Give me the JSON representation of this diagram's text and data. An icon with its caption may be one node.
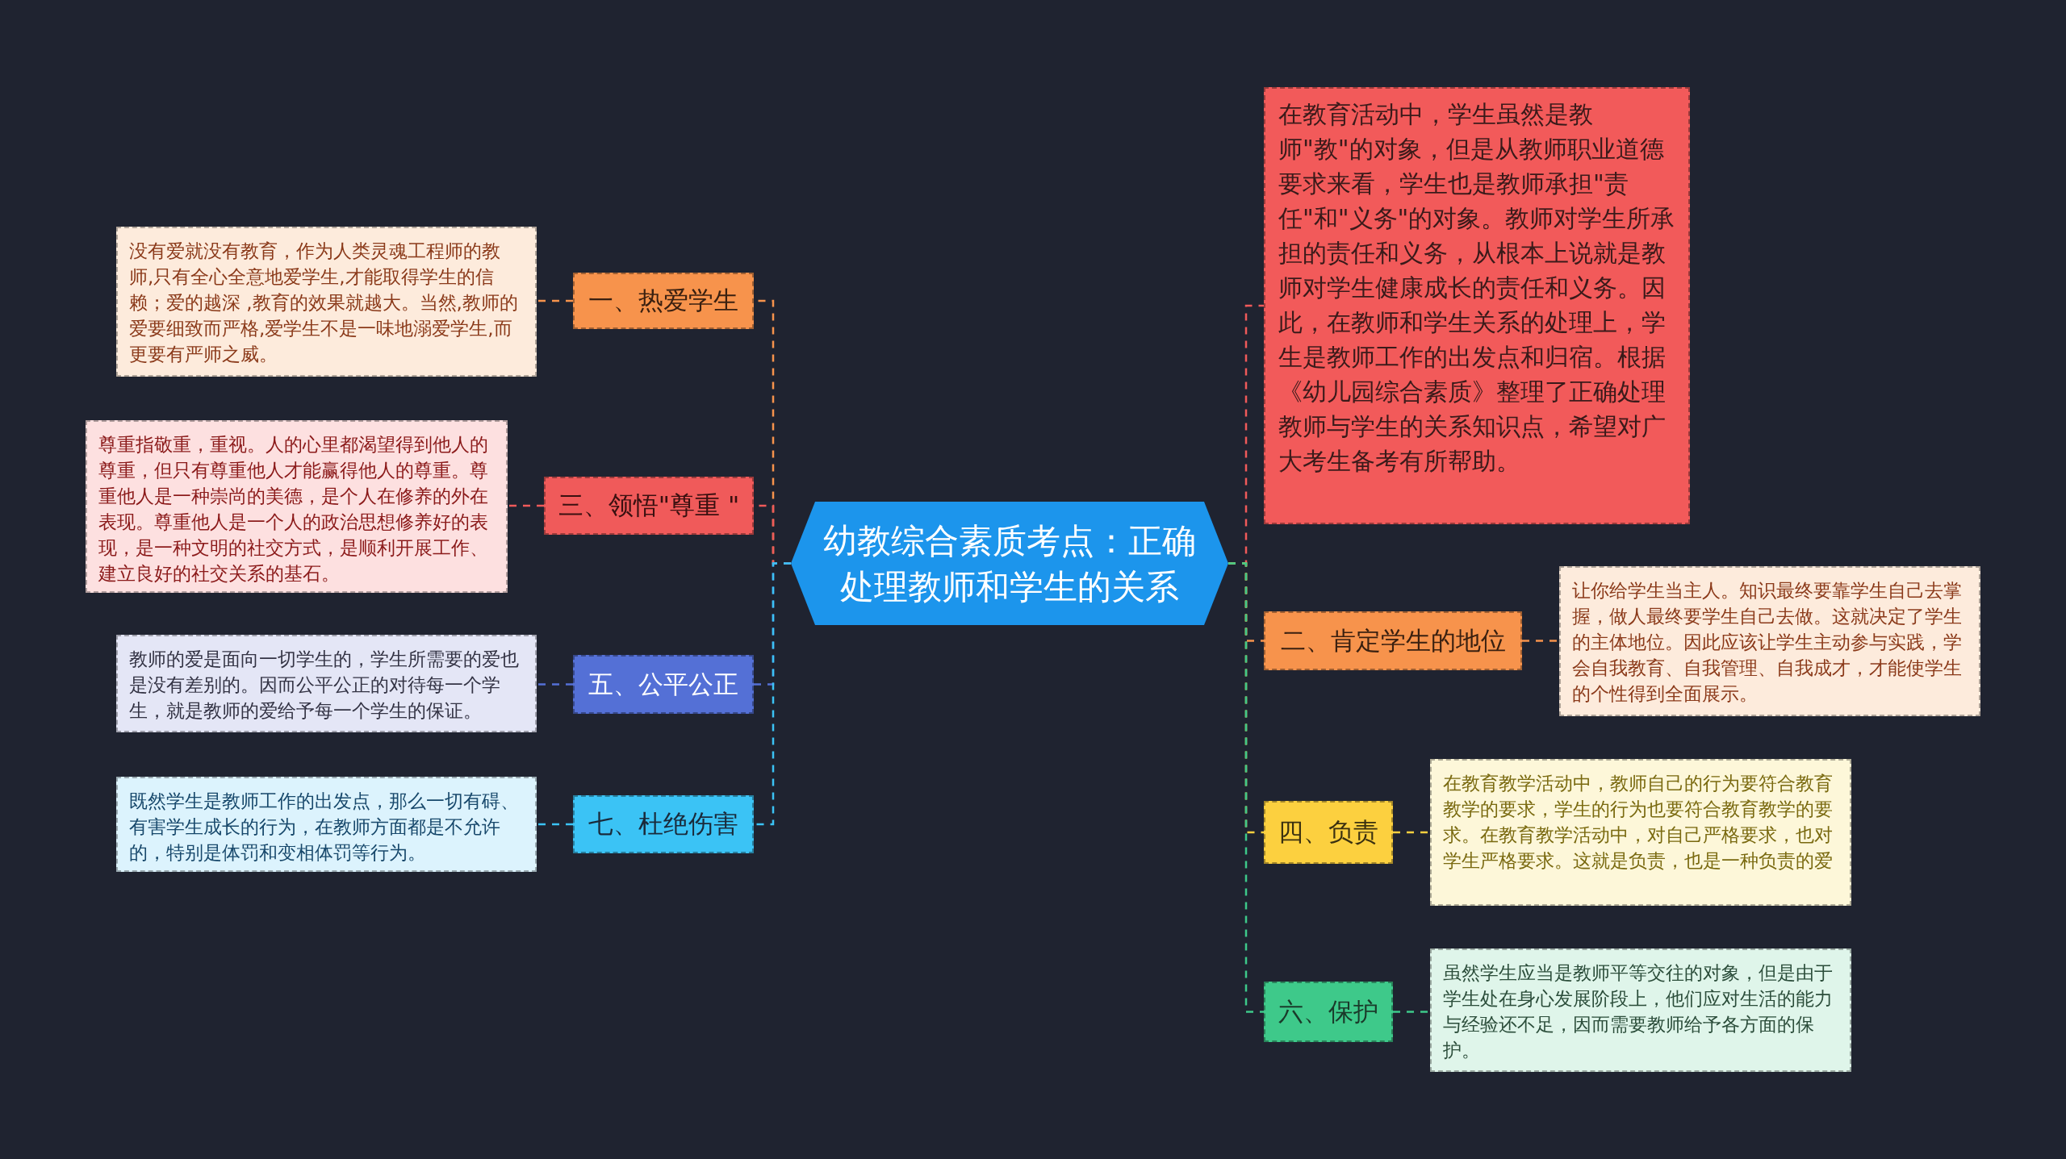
{
  "diagram": {
    "nodes": [
      {
        "text": [
          "幼教综合素质考点：正确处理教师和学生的关系"
        ]
      },
      {
        "text": [
          "在教育活动中，学生虽然是教师\"教\"的对象，但是从教师职业道德要求来看，学生也是教师承担\"责任\"和\"义务\"的对象。教师对学生所承担的责任和义务，从根本上说就是教师对学生健康成长的责任和义务。因此，在教师和学生关系的处理上，学生是教师工作的出发点和归宿。根据《幼儿园综合素质》整理了正确处理教师与学生的关系知识点，希望对广大考生备考有所帮助。"
        ]
      },
      {
        "text": [
          "一、热爱学生"
        ]
      },
      {
        "text": [
          "没有爱就没有教育，作为人类灵魂工程师的教师,只有全心全意地爱学生,才能取得学生的信赖；爱的越深 ,教育的效果就越大。当然,教师的爱要细致而严格,爱学生不是一味地溺爱学生,而更要有严师之威。"
        ]
      },
      {
        "text": [
          "三、领悟\"尊重 \""
        ]
      },
      {
        "text": [
          "尊重指敬重，重视。人的心里都渴望得到他人的尊重，但只有尊重他人才能赢得他人的尊重。尊重他人是一种崇尚的美德，是个人在修养的外在表现。尊重他人是一个人的政治思想修养好的表现，是一种文明的社交方式，是顺利开展工作、建立良好的社交关系的基石。"
        ]
      },
      {
        "text": [
          "五、公平公正"
        ]
      },
      {
        "text": [
          "教师的爱是面向一切学生的，学生所需要的爱也是没有差别的。因而公平公正的对待每一个学生，就是教师的爱给予每一个学生的保证。"
        ]
      },
      {
        "text": [
          "七、杜绝伤害"
        ]
      },
      {
        "text": [
          "既然学生是教师工作的出发点，那么一切有碍、有害学生成长的行为，在教师方面都是不允许的，特别是体罚和变相体罚等行为。"
        ]
      },
      {
        "text": [
          "二、肯定学生的地位"
        ]
      },
      {
        "text": [
          "让你给学生当主人。知识最终要靠学生自己去掌握，做人最终要学生自己去做。这就决定了学生的主体地位。因此应该让学生主动参与实践，学会自我教育、自我管理、自我成才，才能使学生的个性得到全面展示。"
        ]
      },
      {
        "text": [
          "四、负责"
        ]
      },
      {
        "text": [
          "在教育教学活动中，教师自己的行为要符合教育教学的要求，学生的行为也要符合教育教学的要求。在教育教学活动中，对自己严格要求，也对学生严格要求。这就是负责，也是一种负责的爱"
        ]
      },
      {
        "text": [
          "六、保护"
        ]
      },
      {
        "text": [
          "虽然学生应当是教师平等交往的对象，但是由于学生处在身心发展阶段上，他们应对生活的能力与经验还不足，因而需要教师给予各方面的保护。"
        ]
      }
    ],
    "edges": [
      {
        "from": 0,
        "to": 1,
        "arrow": "none",
        "style": "dashed",
        "color": "#f05a5a"
      },
      {
        "from": 0,
        "to": 2,
        "arrow": "none",
        "style": "dashed",
        "color": "#f7934c"
      },
      {
        "from": 0,
        "to": 4,
        "arrow": "none",
        "style": "dashed",
        "color": "#f05a5a"
      },
      {
        "from": 0,
        "to": 6,
        "arrow": "none",
        "style": "dashed",
        "color": "#5470d6"
      },
      {
        "from": 0,
        "to": 8,
        "arrow": "none",
        "style": "dashed",
        "color": "#3bc3f5"
      },
      {
        "from": 0,
        "to": 10,
        "arrow": "none",
        "style": "dashed",
        "color": "#f7934c"
      },
      {
        "from": 0,
        "to": 12,
        "arrow": "none",
        "style": "dashed",
        "color": "#fcd03f"
      },
      {
        "from": 0,
        "to": 14,
        "arrow": "none",
        "style": "dashed",
        "color": "#3ec98a"
      },
      {
        "from": 2,
        "to": 3,
        "arrow": "none",
        "style": "dashed",
        "color": "#f7934c"
      },
      {
        "from": 4,
        "to": 5,
        "arrow": "none",
        "style": "dashed",
        "color": "#f05a5a"
      },
      {
        "from": 6,
        "to": 7,
        "arrow": "none",
        "style": "dashed",
        "color": "#5470d6"
      },
      {
        "from": 8,
        "to": 9,
        "arrow": "none",
        "style": "dashed",
        "color": "#3bc3f5"
      },
      {
        "from": 10,
        "to": 11,
        "arrow": "none",
        "style": "dashed",
        "color": "#f7934c"
      },
      {
        "from": 12,
        "to": 13,
        "arrow": "none",
        "style": "dashed",
        "color": "#fcd03f"
      },
      {
        "from": 14,
        "to": 15,
        "arrow": "none",
        "style": "dashed",
        "color": "#3ec98a"
      }
    ]
  }
}
